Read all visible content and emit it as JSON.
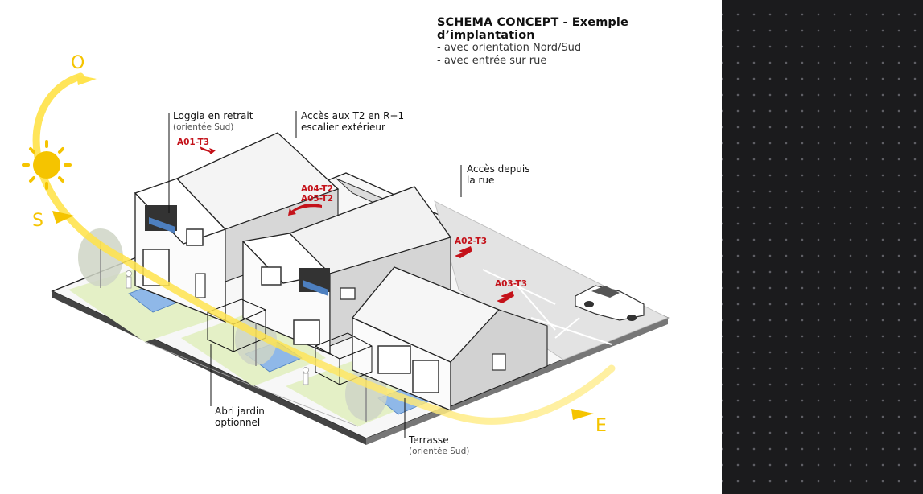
{
  "title": {
    "main": "SCHEMA CONCEPT - Exemple d’implantation",
    "line1": "- avec orientation Nord/Sud",
    "line2": "- avec entrée sur rue"
  },
  "callouts": {
    "loggia": {
      "line1": "Loggia en retrait",
      "line2": "(orientée Sud)"
    },
    "acces_t2": {
      "line1": "Accès aux T2 en R+1",
      "line2": "escalier extérieur"
    },
    "acces_rue": {
      "line1": "Accès depuis",
      "line2": "la rue"
    },
    "abri": {
      "line1": "Abri jardin",
      "line2": "optionnel"
    },
    "terrasse": {
      "line1": "Terrasse",
      "line2": "(orientée Sud)"
    }
  },
  "unit_labels": {
    "a01": "A01-T3",
    "a04": "A04-T2",
    "a05": "A05-T2",
    "a02": "A02-T3",
    "a03": "A03-T3"
  },
  "compass": {
    "west": "O",
    "south": "S",
    "east": "E"
  },
  "colors": {
    "sun_path": "#ffe34d",
    "sun": "#f5c400",
    "unit_label": "#c4121a",
    "panel_background": "#1b1b1d",
    "panel_dots": "#5e5e64",
    "pool_blue": "#8fb8e8",
    "lawn": "#e4f0c6"
  }
}
